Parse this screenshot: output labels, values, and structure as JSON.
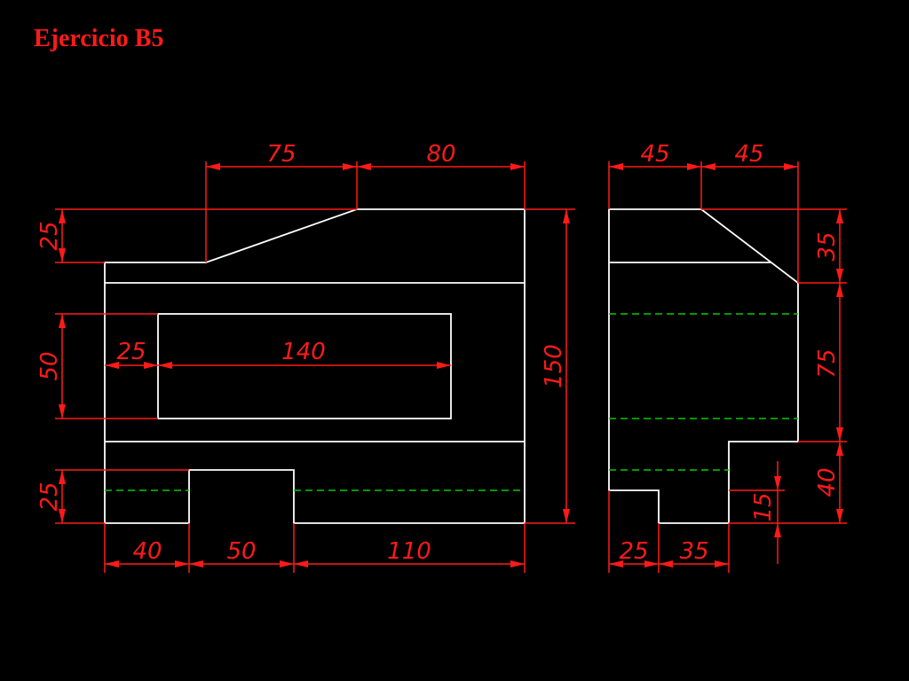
{
  "title": "Ejercicio B5",
  "colors": {
    "background": "#000000",
    "outline": "#ffffff",
    "dimension": "#ff1a1a",
    "hidden_line": "#00cc00"
  },
  "dimensions": {
    "front": {
      "top_left": "75",
      "top_right": "80",
      "left_top": "25",
      "left_middle": "50",
      "hole_offset": "25",
      "hole_length": "140",
      "overall_height": "150",
      "left_bottom": "25",
      "bottom_left": "40",
      "bottom_middle": "50",
      "bottom_right": "110"
    },
    "side": {
      "top_left": "45",
      "top_right": "45",
      "right_top": "35",
      "right_middle": "75",
      "right_bottom": "40",
      "step_height": "15",
      "bottom_left": "25",
      "bottom_right": "35"
    }
  }
}
